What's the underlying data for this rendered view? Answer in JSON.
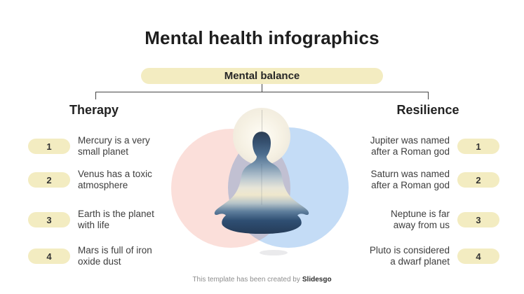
{
  "slide": {
    "title": "Mental health infographics",
    "balance_label": "Mental balance",
    "footer_prefix": "This template has been created by",
    "footer_brand": "Slidesgo"
  },
  "left": {
    "heading": "Therapy",
    "items": [
      {
        "number": "1",
        "line1": "Mercury is a very",
        "line2": "small planet"
      },
      {
        "number": "2",
        "line1": "Venus has a toxic",
        "line2": "atmosphere"
      },
      {
        "number": "3",
        "line1": "Earth is the planet",
        "line2": "with life"
      },
      {
        "number": "4",
        "line1": "Mars is full of iron",
        "line2": "oxide dust"
      }
    ]
  },
  "right": {
    "heading": "Resilience",
    "items": [
      {
        "number": "1",
        "line1": "Jupiter was named",
        "line2": "after a Roman god"
      },
      {
        "number": "2",
        "line1": "Saturn was named",
        "line2": "after a Roman god"
      },
      {
        "number": "3",
        "line1": "Neptune is far",
        "line2": "away from us"
      },
      {
        "number": "4",
        "line1": "Pluto is considered",
        "line2": "a dwarf planet"
      }
    ]
  },
  "illustration": {
    "figure": "person-meditating-lotus-pose",
    "elements": [
      "pink-circle",
      "blue-circle",
      "halo-glow"
    ]
  },
  "colors": {
    "accent_yellow": "#f3ecc1",
    "pink_circle": "#fbdfda",
    "blue_circle": "#c4dcf6",
    "halo_cream": "#f4efe1",
    "connector_line": "#454545",
    "title_text": "#1e1e1e",
    "body_text": "#3d3d3d",
    "muted_text": "#8e8e8e",
    "figure_navy": "#2c3e54",
    "figure_glow": "#efe7cc"
  }
}
